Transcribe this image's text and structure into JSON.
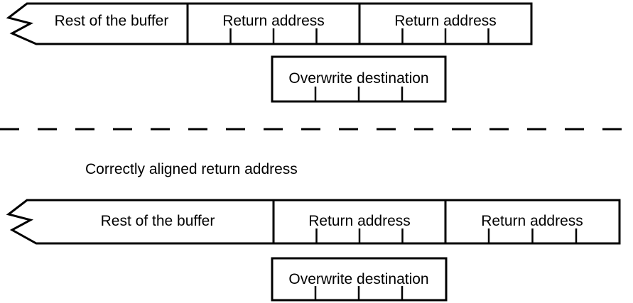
{
  "figure": {
    "background_color": "#ffffff",
    "line_color": "#000000",
    "top_diagram": {
      "buffer_label": "Rest of the buffer",
      "return_address_labels": [
        "Return address",
        "Return address"
      ],
      "overwrite_label": "Overwrite destination"
    },
    "caption": "Correctly aligned return address",
    "bottom_diagram": {
      "buffer_label": "Rest of the buffer",
      "return_address_labels": [
        "Return address",
        "Return address"
      ],
      "overwrite_label": "Overwrite destination"
    }
  }
}
